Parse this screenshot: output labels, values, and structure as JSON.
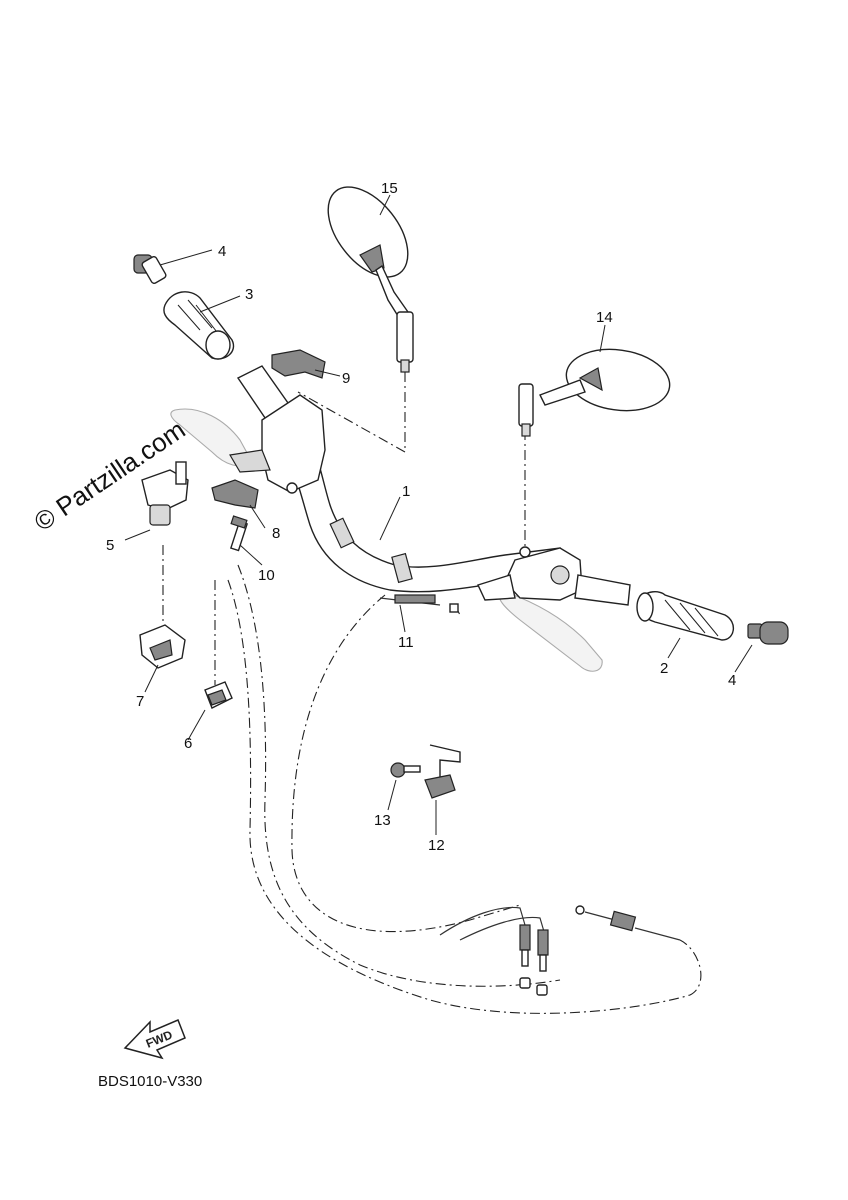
{
  "watermark": "© Partzilla.com",
  "diagram_code": "BDS1010-V330",
  "fwd_label": "FWD",
  "callouts": [
    "15",
    "4",
    "3",
    "9",
    "14",
    "1",
    "5",
    "8",
    "10",
    "11",
    "2",
    "4",
    "7",
    "6",
    "13",
    "12"
  ]
}
